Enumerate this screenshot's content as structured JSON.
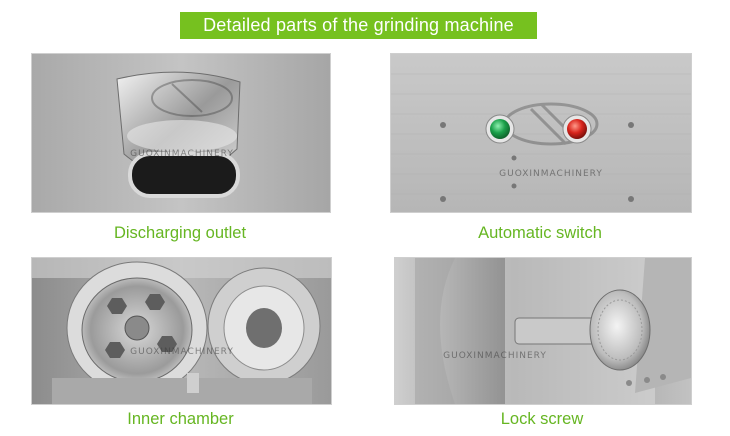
{
  "banner": {
    "title": "Detailed  parts of the grinding machine"
  },
  "panels": [
    {
      "caption": "Discharging outlet",
      "watermark": "GUOXINMACHINERY"
    },
    {
      "caption": "Automatic switch",
      "watermark": "GUOXINMACHINERY"
    },
    {
      "caption": "Inner chamber",
      "watermark": "GUOXINMACHINERY"
    },
    {
      "caption": "Lock screw",
      "watermark": "GUOXINMACHINERY"
    }
  ],
  "colors": {
    "banner_bg": "#76c11f",
    "caption": "#66b622",
    "switch_green": "#1aa04a",
    "switch_red": "#d9241c"
  }
}
